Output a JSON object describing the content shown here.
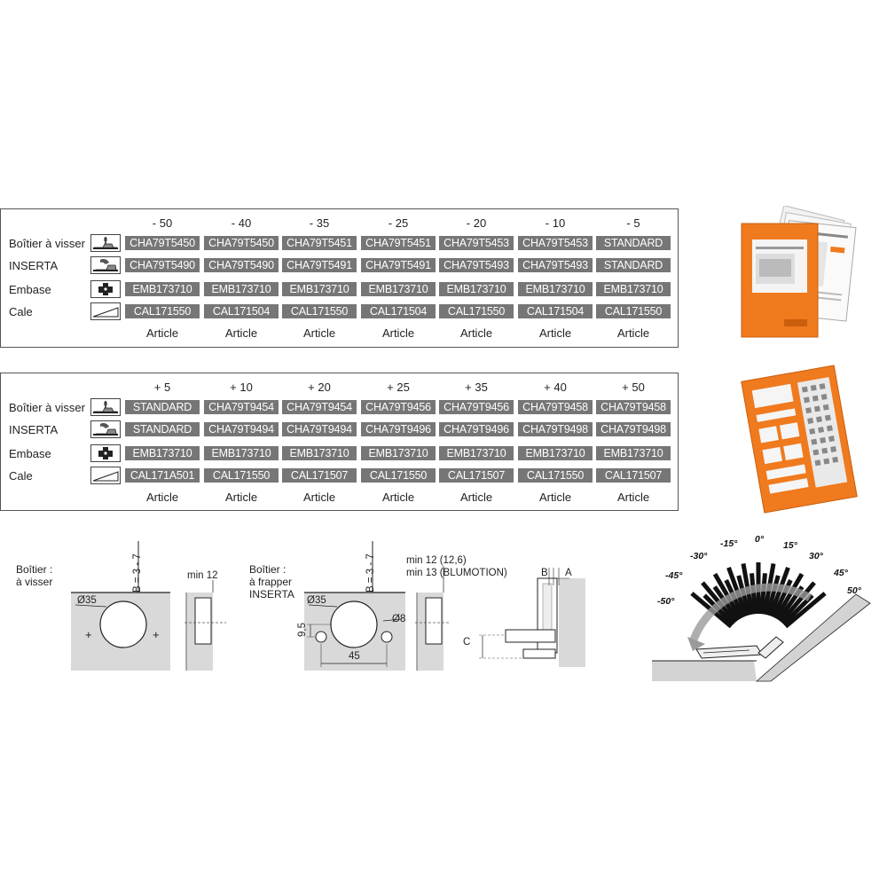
{
  "row_labels": [
    "Boîtier à visser",
    "INSERTA",
    "Embase",
    "Cale"
  ],
  "row_icons": [
    "screw-on-hinge-icon",
    "inserta-hinge-icon",
    "mounting-plate-icon",
    "wedge-shim-icon"
  ],
  "article_label": "Article",
  "table_minus": {
    "headers": [
      "- 50",
      "- 40",
      "- 35",
      "- 25",
      "- 20",
      "- 10",
      "- 5"
    ],
    "rows": [
      [
        "CHA79T5450",
        "CHA79T5450",
        "CHA79T5451",
        "CHA79T5451",
        "CHA79T5453",
        "CHA79T5453",
        "STANDARD"
      ],
      [
        "CHA79T5490",
        "CHA79T5490",
        "CHA79T5491",
        "CHA79T5491",
        "CHA79T5493",
        "CHA79T5493",
        "STANDARD"
      ],
      [
        "EMB173710",
        "EMB173710",
        "EMB173710",
        "EMB173710",
        "EMB173710",
        "EMB173710",
        "EMB173710"
      ],
      [
        "CAL171550",
        "CAL171504",
        "CAL171550",
        "CAL171504",
        "CAL171550",
        "CAL171504",
        "CAL171550"
      ]
    ]
  },
  "table_plus": {
    "headers": [
      "+ 5",
      "+ 10",
      "+ 20",
      "+ 25",
      "+ 35",
      "+ 40",
      "+ 50"
    ],
    "rows": [
      [
        "STANDARD",
        "CHA79T9454",
        "CHA79T9454",
        "CHA79T9456",
        "CHA79T9456",
        "CHA79T9458",
        "CHA79T9458"
      ],
      [
        "STANDARD",
        "CHA79T9494",
        "CHA79T9494",
        "CHA79T9496",
        "CHA79T9496",
        "CHA79T9498",
        "CHA79T9498"
      ],
      [
        "EMB173710",
        "EMB173710",
        "EMB173710",
        "EMB173710",
        "EMB173710",
        "EMB173710",
        "EMB173710"
      ],
      [
        "CAL171A501",
        "CAL171550",
        "CAL171507",
        "CAL171550",
        "CAL171507",
        "CAL171550",
        "CAL171507"
      ]
    ]
  },
  "colors": {
    "code_bg": "#767676",
    "brochure_orange": "#f07a1e",
    "plate_gray": "#d9d9d9"
  },
  "drawing1": {
    "title_line1": "Boîtier :",
    "title_line2": "à visser",
    "diameter": "Ø35",
    "b_range": "B = 3 - 7",
    "min": "min 12",
    "plus_mark": "+"
  },
  "drawing2": {
    "title_line1": "Boîtier :",
    "title_line2": "à frapper",
    "title_line3": "INSERTA",
    "diameter": "Ø35",
    "small_diameter": "Ø8",
    "b_range": "B = 3 - 7",
    "offset": "9,5",
    "spacing": "45",
    "min_line1": "min 12 (12,6)",
    "min_line2": "min 13 (BLUMOTION)"
  },
  "drawing3": {
    "label_b": "B",
    "label_a": "A",
    "label_c": "C"
  },
  "angles": [
    "-50°",
    "-45°",
    "-30°",
    "-15°",
    "0°",
    "15°",
    "30°",
    "45°",
    "50°"
  ]
}
